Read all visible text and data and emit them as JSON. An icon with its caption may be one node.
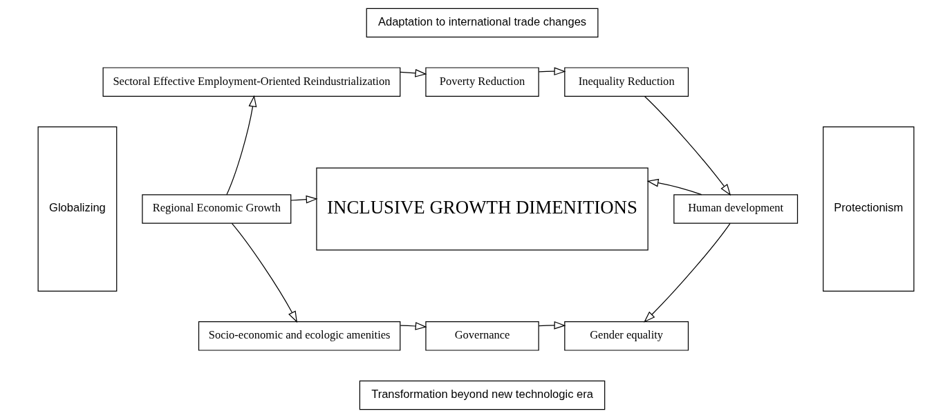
{
  "diagram": {
    "nodes": [
      {
        "text": [
          "Adaptation to international trade changes"
        ]
      },
      {
        "text": [
          "Sectoral Effective Employment-Oriented Reindustrialization"
        ]
      },
      {
        "text": [
          "Poverty Reduction"
        ]
      },
      {
        "text": [
          "Inequality Reduction"
        ]
      },
      {
        "text": [
          "Globalizing"
        ]
      },
      {
        "text": [
          "Regional Economic Growth"
        ]
      },
      {
        "text": [
          "INCLUSIVE GROWTH DIMENITIONS"
        ]
      },
      {
        "text": [
          "Human development"
        ]
      },
      {
        "text": [
          "Protectionism"
        ]
      },
      {
        "text": [
          "Socio-economic and ecologic amenities"
        ]
      },
      {
        "text": [
          "Governance"
        ]
      },
      {
        "text": [
          "Gender equality"
        ]
      },
      {
        "text": [
          "Transformation beyond new technologic era"
        ]
      }
    ],
    "edges": [
      {
        "from": 1,
        "to": 2,
        "arrow": "to"
      },
      {
        "from": 2,
        "to": 3,
        "arrow": "to"
      },
      {
        "from": 5,
        "to": 1,
        "arrow": "to"
      },
      {
        "from": 5,
        "to": 6,
        "arrow": "to"
      },
      {
        "from": 5,
        "to": 9,
        "arrow": "to"
      },
      {
        "from": 3,
        "to": 7,
        "arrow": "to"
      },
      {
        "from": 7,
        "to": 6,
        "arrow": "to"
      },
      {
        "from": 7,
        "to": 11,
        "arrow": "to"
      },
      {
        "from": 9,
        "to": 10,
        "arrow": "to"
      },
      {
        "from": 10,
        "to": 11,
        "arrow": "to"
      }
    ]
  }
}
